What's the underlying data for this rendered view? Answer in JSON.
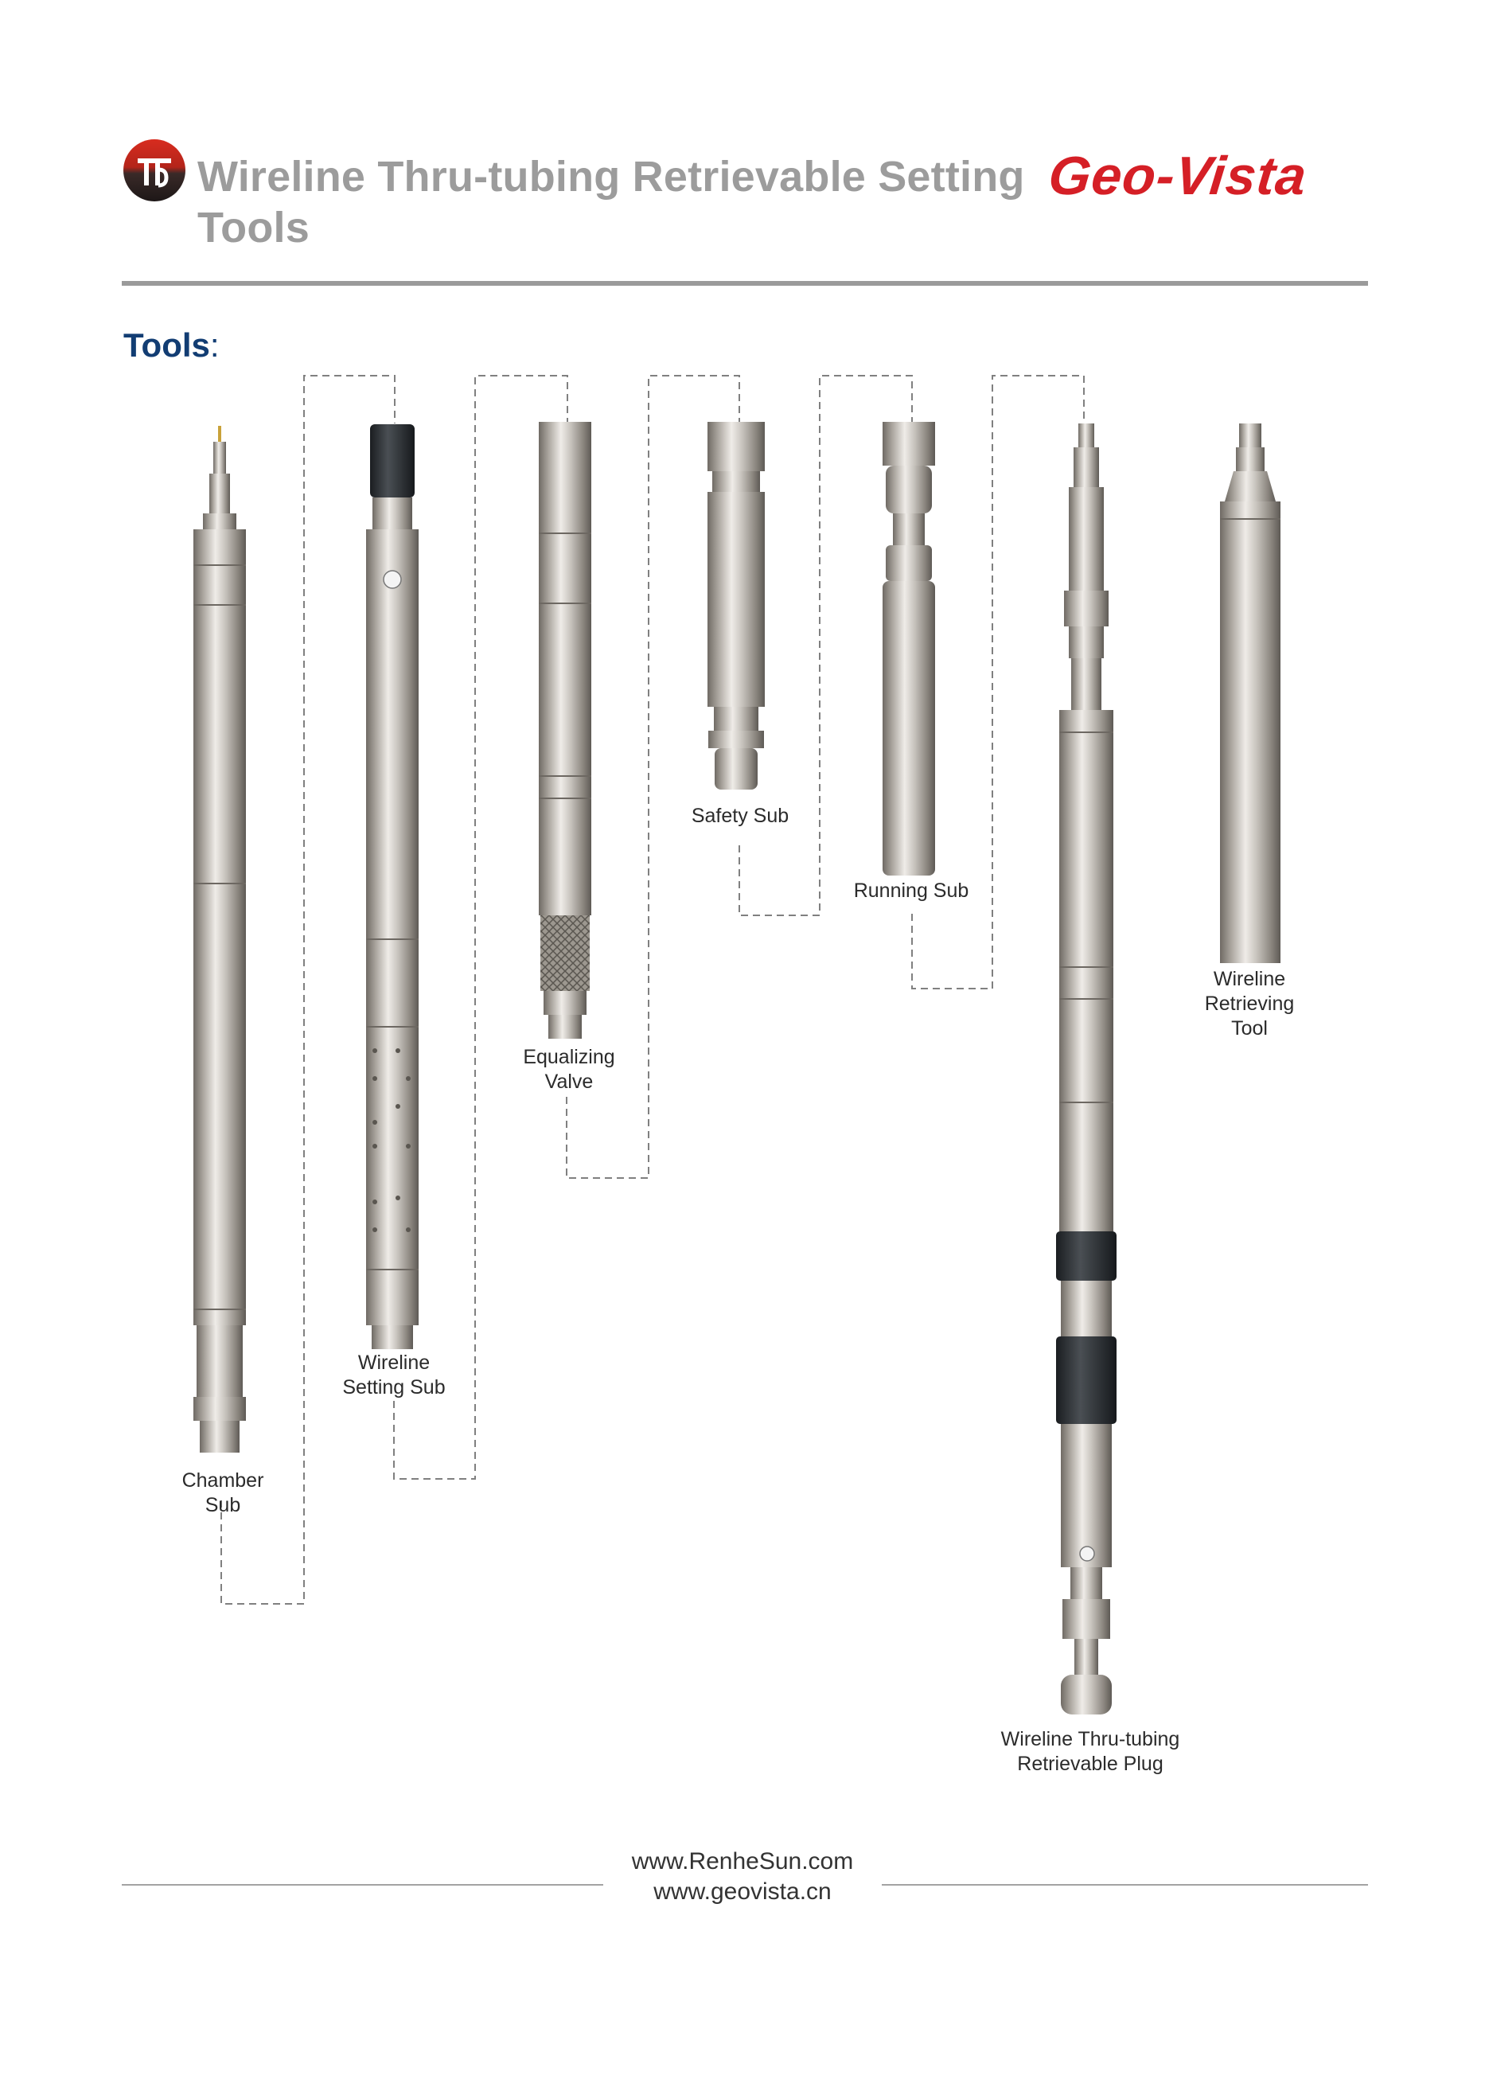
{
  "header": {
    "title": "Wireline Thru-tubing Retrievable Setting Tools",
    "brand": "Geo-Vista"
  },
  "section": {
    "label": "Tools",
    "colon": ":"
  },
  "tools": [
    {
      "id": "chamber-sub",
      "caption": "Chamber\nSub"
    },
    {
      "id": "wireline-setting-sub",
      "caption": "Wireline\nSetting Sub"
    },
    {
      "id": "equalizing-valve",
      "caption": "Equalizing\nValve"
    },
    {
      "id": "safety-sub",
      "caption": "Safety Sub"
    },
    {
      "id": "running-sub",
      "caption": "Running Sub"
    },
    {
      "id": "wireline-retrievable-plug",
      "caption": "Wireline Thru-tubing\nRetrievable Plug"
    },
    {
      "id": "wireline-retrieving-tool",
      "caption": "Wireline\nRetrieving\nTool"
    }
  ],
  "footer": {
    "url_1": "www.RenheSun.com",
    "url_2": "www.geovista.cn"
  },
  "colors": {
    "title_gray": "#9c9c9c",
    "brand_red": "#d51f26",
    "section_blue": "#123d73",
    "rule_gray": "#9a9a9a"
  }
}
